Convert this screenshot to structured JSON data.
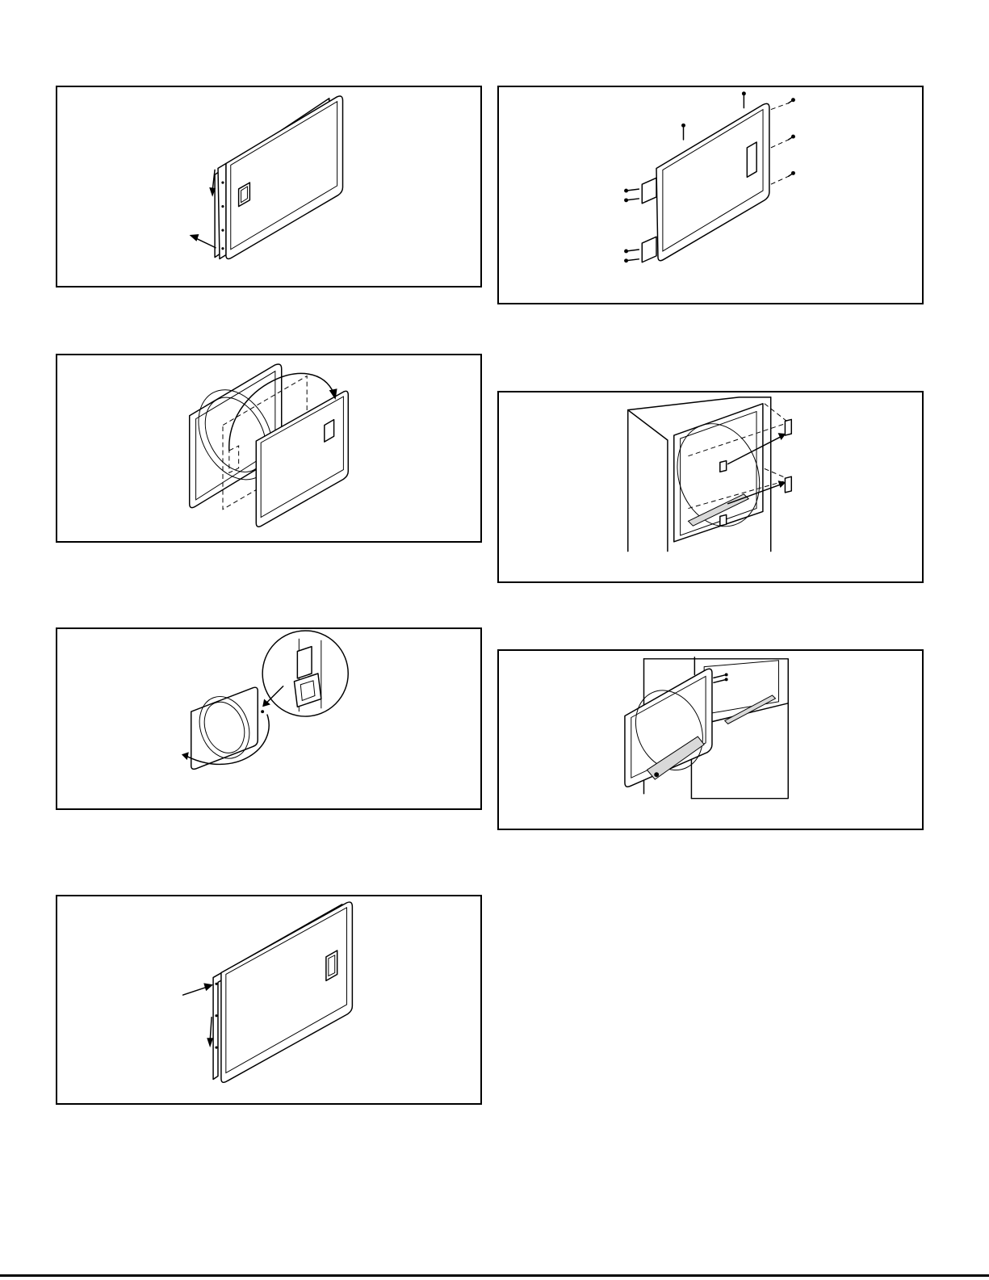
{
  "page": {
    "kind": "appliance door reversal illustration sheet",
    "figures": [
      {
        "id": "fig-1",
        "subject": "door-panel-slide-and-remove"
      },
      {
        "id": "fig-2",
        "subject": "door-panel-flip-over"
      },
      {
        "id": "fig-3",
        "subject": "inner-door-clip-detail"
      },
      {
        "id": "fig-4",
        "subject": "door-panel-reassembly"
      },
      {
        "id": "fig-5",
        "subject": "door-hinge-screws"
      },
      {
        "id": "fig-6",
        "subject": "cabinet-hinge-relocation"
      },
      {
        "id": "fig-7",
        "subject": "door-installed-on-cabinet"
      }
    ]
  }
}
